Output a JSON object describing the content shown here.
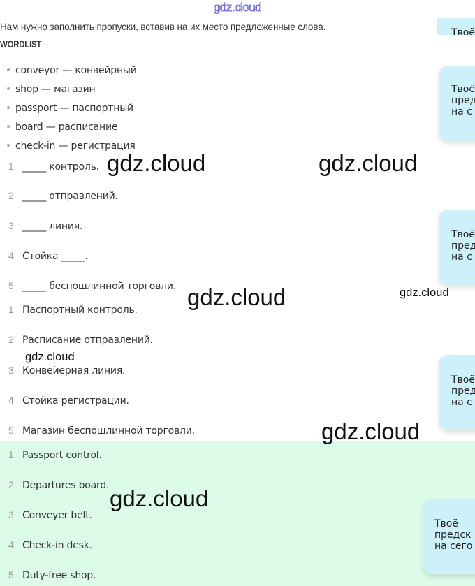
{
  "watermark_top": "gdz.cloud",
  "intro": "Нам нужно заполнить пропуски, вставив на их место предложенные слова.",
  "wordlist": {
    "title": "WORDLIST",
    "items": [
      "conveyor — конвейрный",
      "shop — магазин",
      "passport — паспортный",
      "board — расписание",
      "check-in — регистрация"
    ]
  },
  "exercise": [
    {
      "num": "1",
      "text": "_____ контроль."
    },
    {
      "num": "2",
      "text": "_____ отправлений."
    },
    {
      "num": "3",
      "text": "_____ линия."
    },
    {
      "num": "4",
      "text": "Стойка _____."
    },
    {
      "num": "5",
      "text": "_____ беспошлинной торговли."
    }
  ],
  "answers_ru": [
    {
      "num": "1",
      "text": "Паспортный контроль."
    },
    {
      "num": "2",
      "text": "Расписание отправлений."
    },
    {
      "num": "3",
      "text": "Конвейерная линия."
    },
    {
      "num": "4",
      "text": "Стойка регистрации."
    },
    {
      "num": "5",
      "text": "Магазин беспошлинной торговли."
    }
  ],
  "answers_en": [
    {
      "num": "1",
      "text": "Passport control."
    },
    {
      "num": "2",
      "text": "Departures board."
    },
    {
      "num": "3",
      "text": "Conveyer belt."
    },
    {
      "num": "4",
      "text": "Check-in desk."
    },
    {
      "num": "5",
      "text": "Duty-free shop."
    }
  ],
  "watermarks": [
    "gdz.cloud",
    "gdz.cloud",
    "gdz.cloud",
    "gdz.cloud",
    "gdz.cloud",
    "gdz.cloud",
    "gdz.cloud"
  ],
  "ad_cards": [
    {
      "lines": [
        "Твоё"
      ]
    },
    {
      "lines": [
        "Твоё",
        "пред",
        "на с"
      ]
    },
    {
      "lines": [
        "Твоё",
        "пред",
        "на с"
      ]
    },
    {
      "lines": [
        "Твоё",
        "пред",
        "на с"
      ]
    },
    {
      "lines": [
        "Твоё",
        "предск",
        "на сего"
      ]
    }
  ],
  "colors": {
    "answer_en_bg": "#dcfbe8",
    "card_bg": "#cdf1fb",
    "top_watermark": "#4a4ad0"
  }
}
